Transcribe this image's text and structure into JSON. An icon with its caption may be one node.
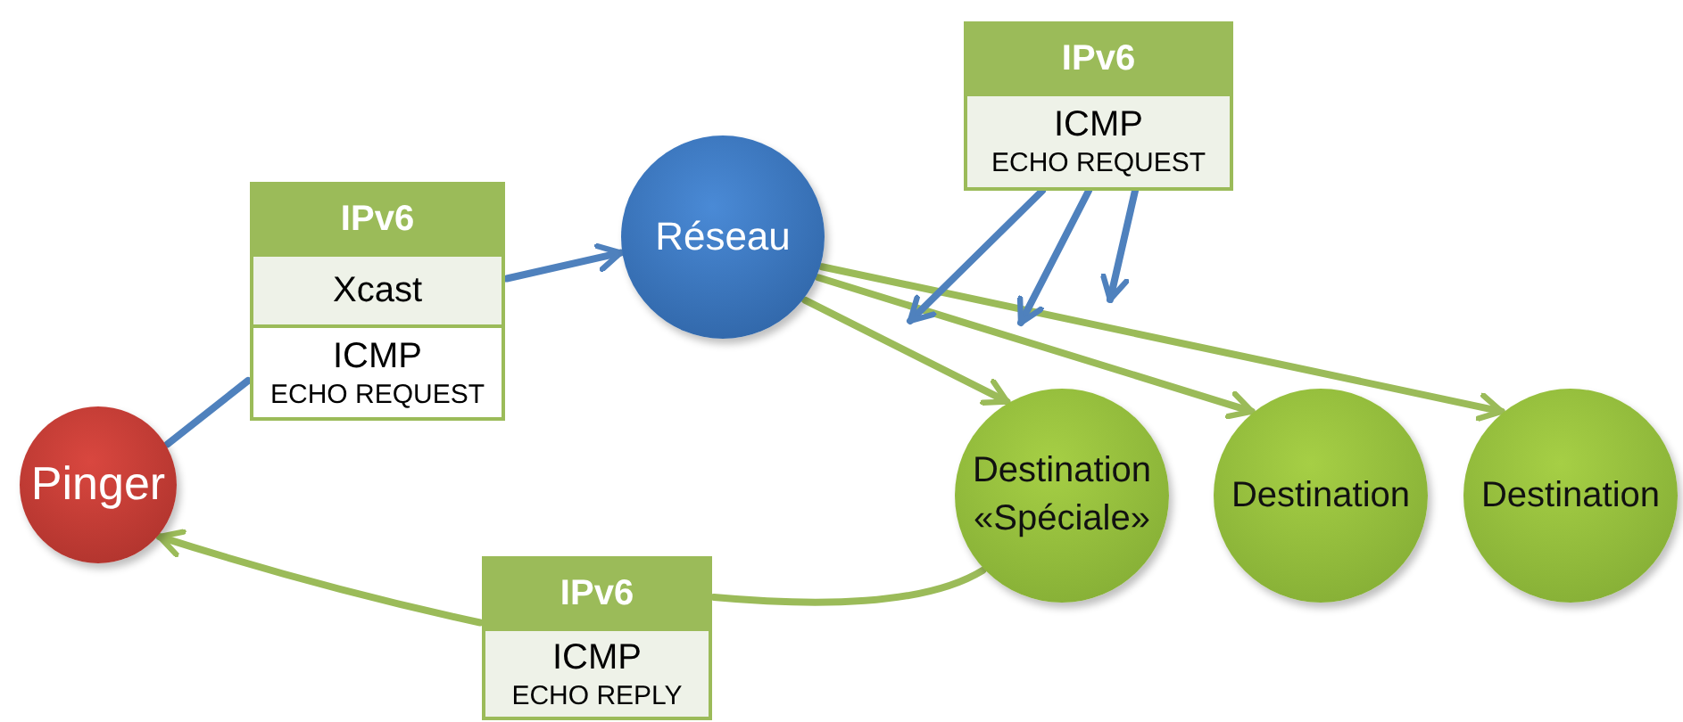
{
  "diagram": {
    "nodes": [
      {
        "text": [
          "Pinger"
        ]
      },
      {
        "text": [
          "IPv6",
          "Xcast",
          "ICMP",
          "ECHO REQUEST"
        ]
      },
      {
        "text": [
          "Réseau"
        ]
      },
      {
        "text": [
          "IPv6",
          "ICMP",
          "ECHO REQUEST"
        ]
      },
      {
        "text": [
          "Destination «Spéciale»"
        ]
      },
      {
        "text": [
          "Destination"
        ]
      },
      {
        "text": [
          "Destination"
        ]
      },
      {
        "text": [
          "IPv6",
          "ICMP",
          "ECHO REPLY"
        ]
      }
    ],
    "edges": [
      {
        "from": 0,
        "to": 1,
        "arrow": "none",
        "color": "#4f81bd"
      },
      {
        "from": 1,
        "to": 2,
        "arrow": "to",
        "color": "#4f81bd"
      },
      {
        "from": 2,
        "to": 4,
        "arrow": "to",
        "color": "#9bbb59"
      },
      {
        "from": 2,
        "to": 5,
        "arrow": "to",
        "color": "#9bbb59"
      },
      {
        "from": 2,
        "to": 6,
        "arrow": "to",
        "color": "#9bbb59"
      },
      {
        "from": 3,
        "to": null,
        "arrow": "to",
        "color": "#4f81bd"
      },
      {
        "from": 3,
        "to": null,
        "arrow": "to",
        "color": "#4f81bd"
      },
      {
        "from": 3,
        "to": null,
        "arrow": "to",
        "color": "#4f81bd"
      },
      {
        "from": 4,
        "to": 7,
        "arrow": "none",
        "color": "#9bbb59"
      },
      {
        "from": 7,
        "to": 0,
        "arrow": "to",
        "color": "#9bbb59"
      }
    ]
  }
}
